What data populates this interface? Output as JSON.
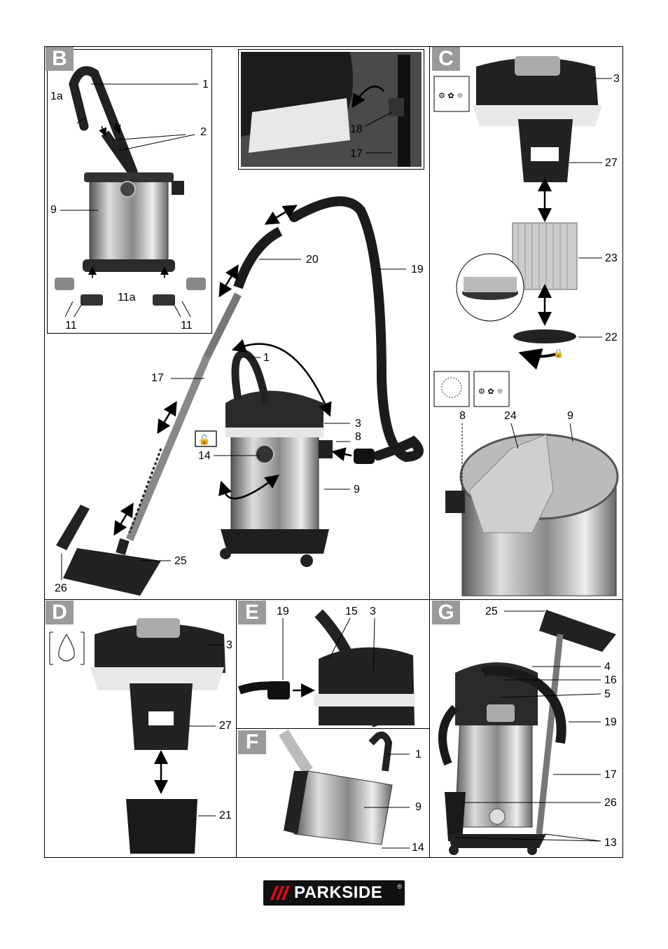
{
  "panels": {
    "B": {
      "letter": "B",
      "labels": {
        "l1": "1",
        "l1a": "1a",
        "l2": "2",
        "l9": "9",
        "l11a": "11a",
        "l11_left": "11",
        "l11_right": "11"
      }
    },
    "inset": {
      "labels": {
        "l18": "18",
        "l17": "17"
      }
    },
    "main": {
      "labels": {
        "l20": "20",
        "l19": "19",
        "l1": "1",
        "l17": "17",
        "l3": "3",
        "l8": "8",
        "l14": "14",
        "l9": "9",
        "l25": "25",
        "l26": "26"
      }
    },
    "C": {
      "letter": "C",
      "labels": {
        "l3": "3",
        "l27": "27",
        "l23": "23",
        "l22": "22",
        "l8": "8",
        "l24": "24",
        "l9": "9"
      }
    },
    "D": {
      "letter": "D",
      "labels": {
        "l3": "3",
        "l27": "27",
        "l21": "21"
      }
    },
    "E": {
      "letter": "E",
      "labels": {
        "l19": "19",
        "l15": "15",
        "l3": "3"
      }
    },
    "F": {
      "letter": "F",
      "labels": {
        "l1": "1",
        "l9": "9",
        "l14": "14"
      }
    },
    "G": {
      "letter": "G",
      "labels": {
        "l25": "25",
        "l4": "4",
        "l16": "16",
        "l5": "5",
        "l19": "19",
        "l17": "17",
        "l26": "26",
        "l13": "13"
      }
    }
  },
  "logo": {
    "brand": "PARKSIDE",
    "registered": "®"
  },
  "icons": [
    "vacuum-b-icon",
    "head-clip-icon",
    "main-vacuum-icon",
    "filter-cartridge-icon",
    "dust-bag-icon",
    "foam-filter-icon",
    "hose-connect-icon",
    "emptying-icon",
    "storage-vacuum-icon",
    "lock-icon",
    "dry-debris-icon",
    "droplet-icon"
  ]
}
